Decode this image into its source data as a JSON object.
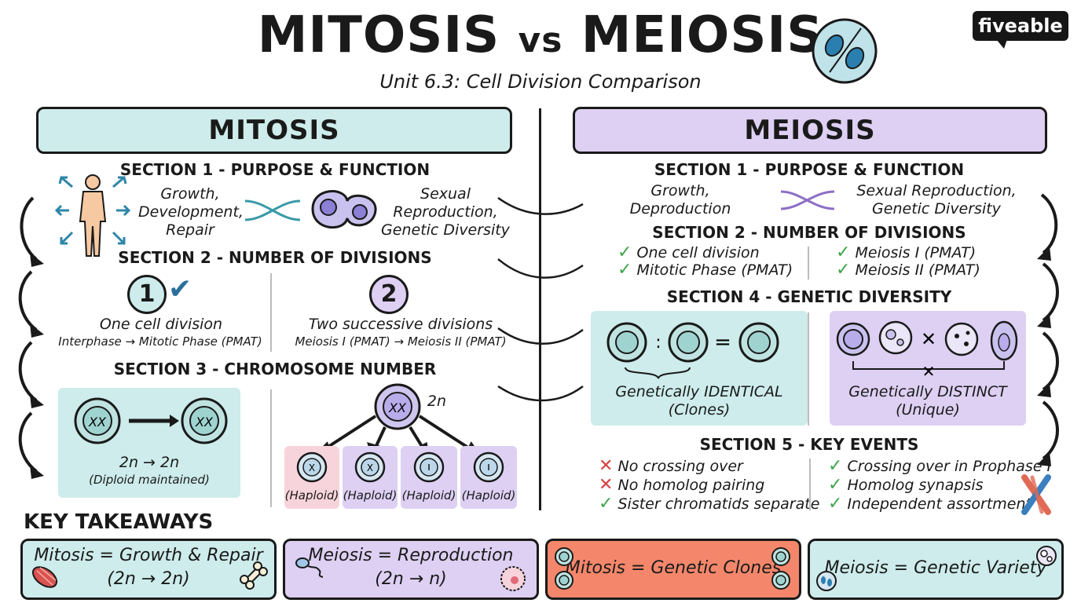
{
  "header": {
    "title_left": "MITOSIS",
    "title_vs": "vs",
    "title_right": "MEIOSIS",
    "subtitle": "Unit 6.3: Cell Division Comparison",
    "brand": "fiveable"
  },
  "mitosis": {
    "heading": "MITOSIS",
    "sec1_title": "SECTION 1 - PURPOSE & FUNCTION",
    "sec1_left": "Growth,\nDevelopment,\nRepair",
    "sec1_right": "Sexual\nReproduction,\nGenetic Diversity",
    "sec2_title": "SECTION 2 - NUMBER OF DIVISIONS",
    "sec2_left_num": "1",
    "sec2_left_main": "One cell division",
    "sec2_left_sub": "Interphase → Mitotic Phase (PMAT)",
    "sec2_right_num": "2",
    "sec2_right_main": "Two successive divisions",
    "sec2_right_sub": "Meiosis I (PMAT) → Meiosis II (PMAT)",
    "sec3_title": "SECTION 3 - CHROMOSOME NUMBER",
    "sec3_left_main": "2n → 2n",
    "sec3_left_sub": "(Diploid maintained)",
    "sec3_right_parent": "2n",
    "haploid_labels": [
      "(Haploid)",
      "(Haploid)",
      "(Haploid)",
      "(Haploid)"
    ]
  },
  "meiosis": {
    "heading": "MEIOSIS",
    "sec1_title": "SECTION 1 - PURPOSE & FUNCTION",
    "sec1_left": "Growth,\nDeproduction",
    "sec1_right": "Sexual Reproduction,\nGenetic Diversity",
    "sec2_title": "SECTION 2 - NUMBER OF DIVISIONS",
    "sec2_left": [
      "One cell division",
      "Mitotic Phase (PMAT)"
    ],
    "sec2_right": [
      "Meiosis I (PMAT)",
      "Meiosis II (PMAT)"
    ],
    "sec4_title": "SECTION 4 - GENETIC DIVERSITY",
    "sec4_left": "Genetically IDENTICAL\n(Clones)",
    "sec4_right": "Genetically DISTINCT\n(Unique)",
    "sec5_title": "SECTION 5 - KEY EVENTS",
    "sec5_left": [
      "No crossing over",
      "No homolog pairing",
      "Sister chromatids separate"
    ],
    "sec5_right": [
      "Crossing over in Prophase I",
      "Homolog synapsis",
      "Independent assortment"
    ]
  },
  "takeaways": {
    "title": "KEY TAKEAWAYS",
    "items": [
      {
        "line1": "Mitosis = Growth & Repair",
        "line2": "(2n → 2n)"
      },
      {
        "line1": "Meiosis = Reproduction",
        "line2": "(2n → n)"
      },
      {
        "line1": "Mitosis = Genetic Clones",
        "line2": ""
      },
      {
        "line1": "Meiosis = Genetic Variety",
        "line2": ""
      }
    ]
  },
  "colors": {
    "teal": "#cdeceb",
    "lavender": "#ddd0f3",
    "coral": "#f4876b",
    "pink": "#f7d4dc",
    "check": "#3fa64a",
    "cross": "#d94141"
  },
  "icons": [
    "cell-icon",
    "human-body-icon",
    "dna-cross-icon",
    "checkmark-icon",
    "cross-icon",
    "muscle-icon",
    "bone-icon",
    "sperm-icon",
    "egg-icon",
    "chromosome-icon"
  ]
}
